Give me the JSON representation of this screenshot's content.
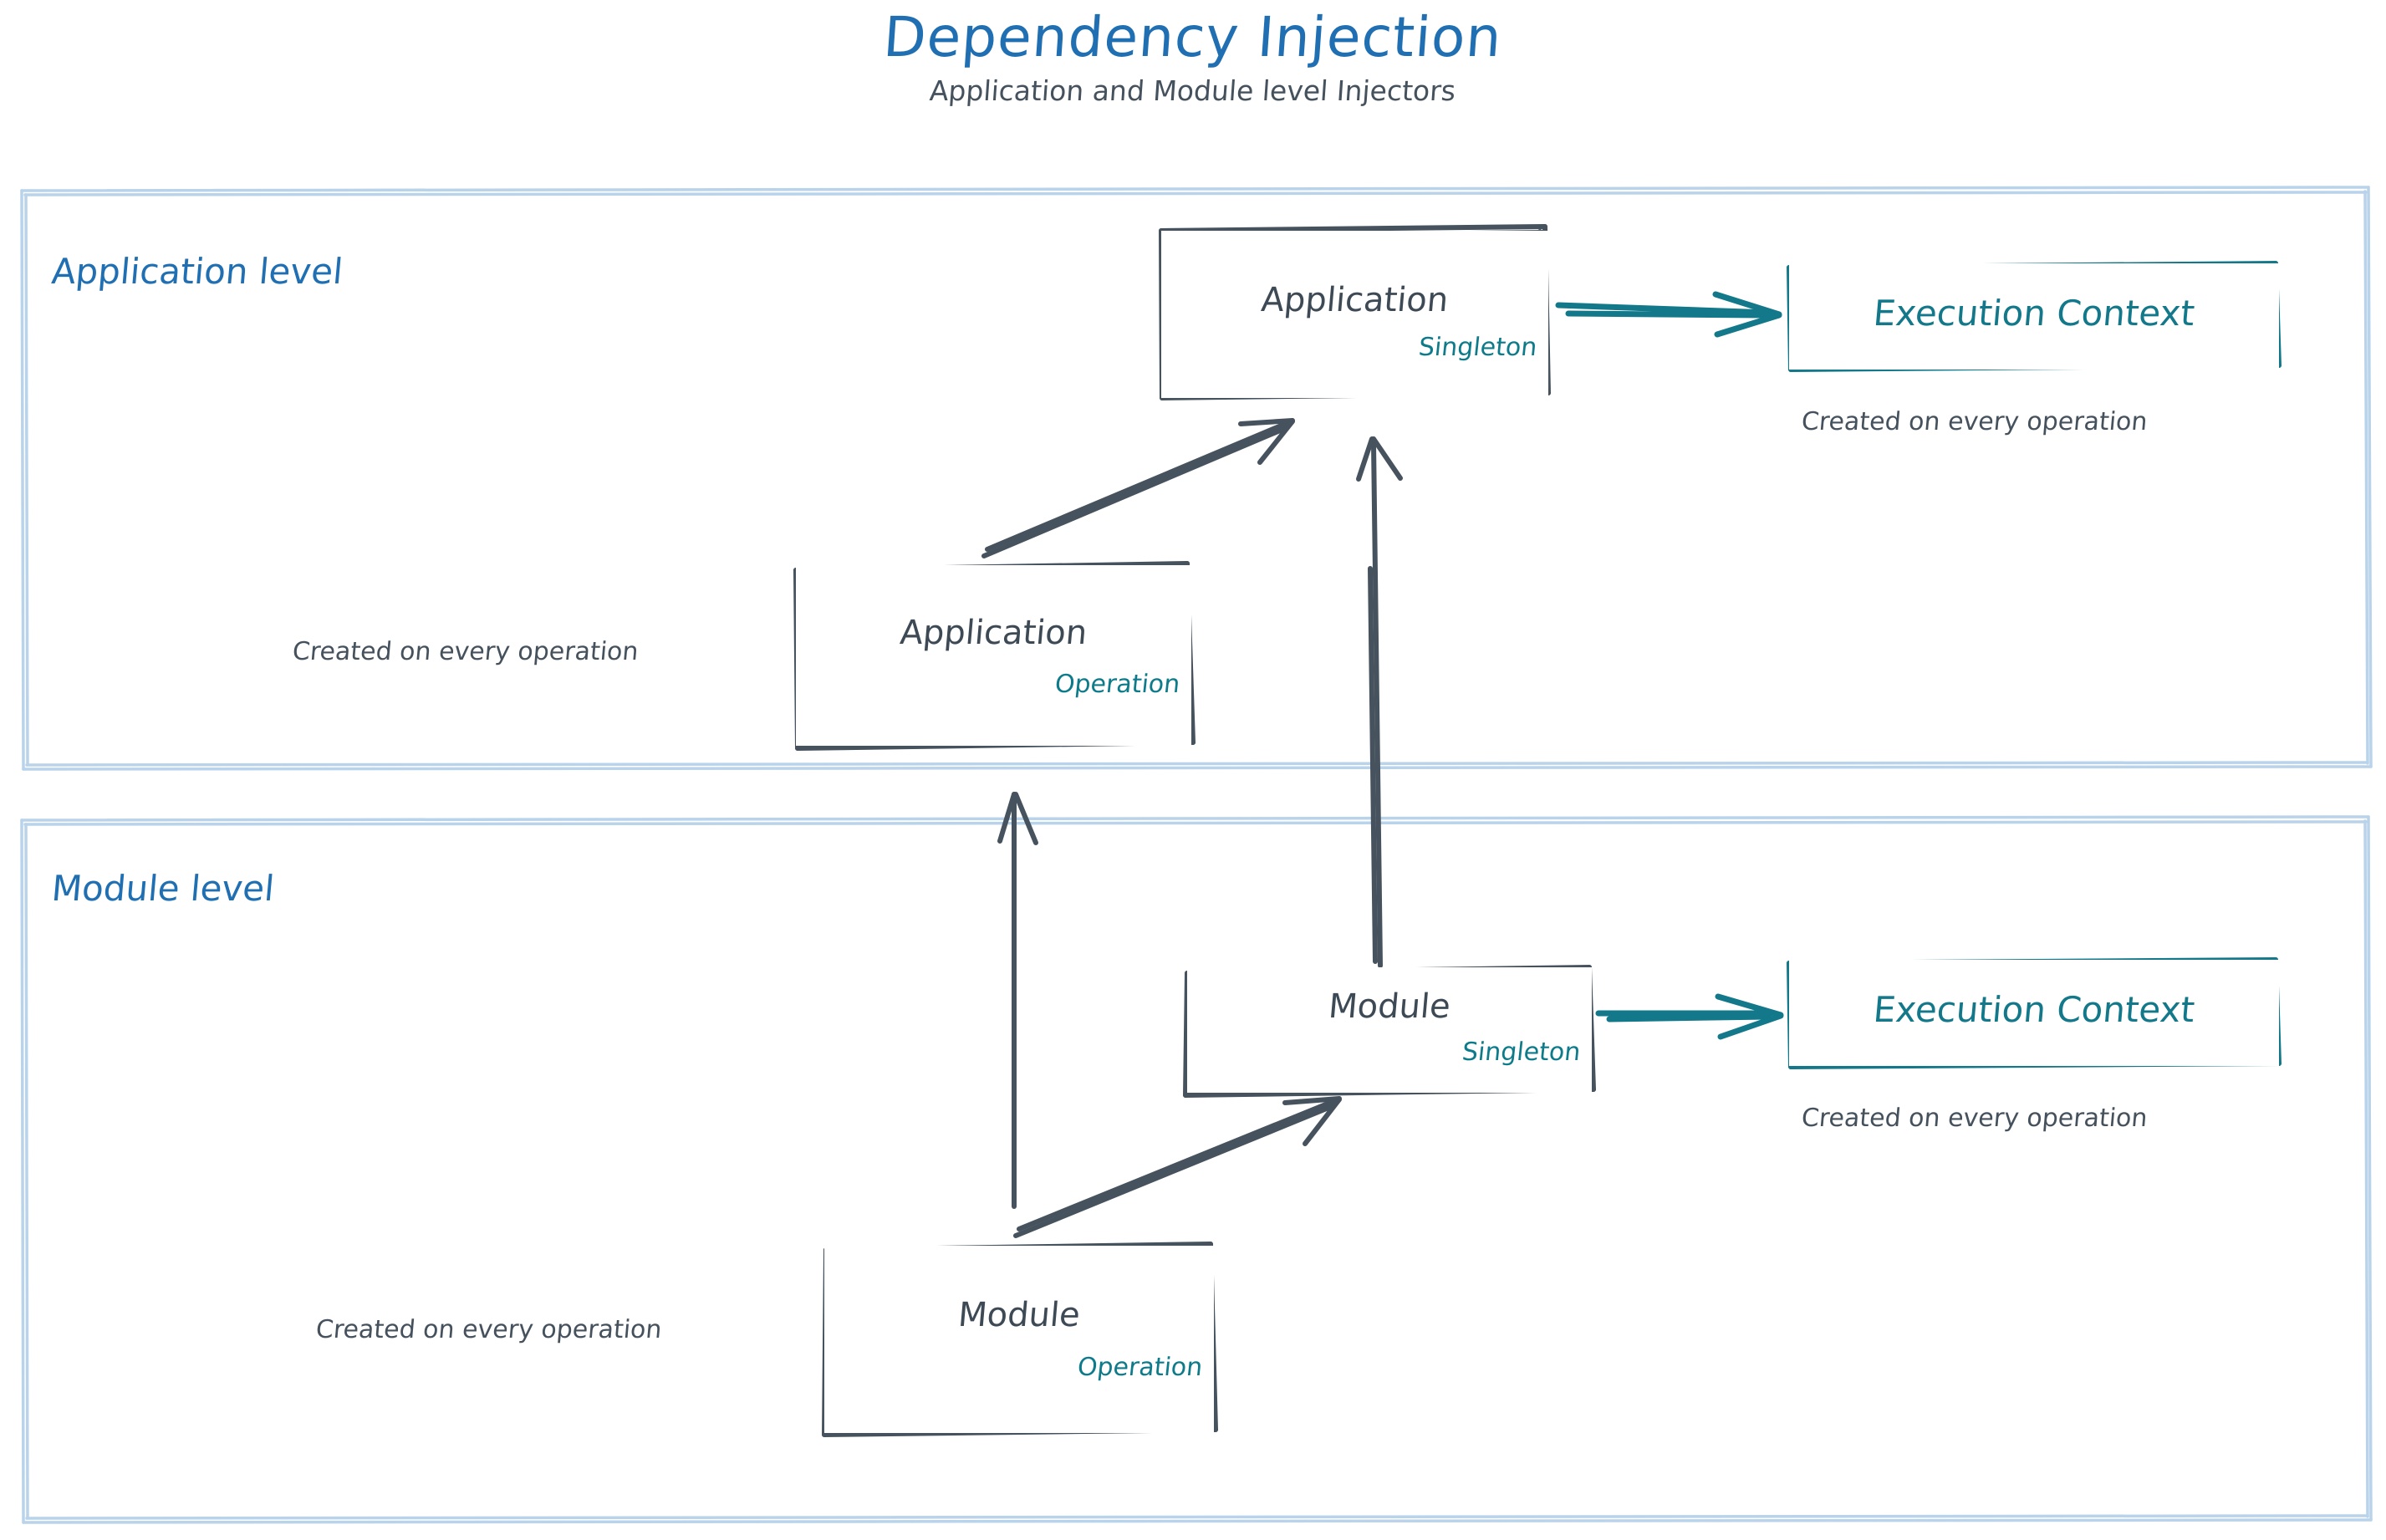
{
  "header": {
    "title": "Dependency Injection",
    "subtitle": "Application and Module level Injectors",
    "title_color": "#1f6fb2",
    "subtitle_color": "#45515c"
  },
  "colors": {
    "title_blue": "#1f6fb2",
    "level_label_blue": "#1f6fb2",
    "container_border": "#b9d3ea",
    "node_stroke": "#46525d",
    "node_text": "#3d4a55",
    "scope_teal": "#0d7b8a",
    "context_teal": "#12788a",
    "caption_gray": "#45515c",
    "background": "#ffffff"
  },
  "levels": [
    {
      "id": "application-level",
      "label": "Application level",
      "nodes": [
        {
          "id": "application-singleton",
          "title": "Application",
          "scope": "Singleton"
        },
        {
          "id": "application-execution-context",
          "title": "Execution Context",
          "scope": null,
          "caption": "Created on every operation"
        },
        {
          "id": "application-operation",
          "title": "Application",
          "scope": "Operation",
          "caption": "Created on every operation"
        }
      ]
    },
    {
      "id": "module-level",
      "label": "Module level",
      "nodes": [
        {
          "id": "module-singleton",
          "title": "Module",
          "scope": "Singleton"
        },
        {
          "id": "module-execution-context",
          "title": "Execution Context",
          "scope": null,
          "caption": "Created on every operation"
        },
        {
          "id": "module-operation",
          "title": "Module",
          "scope": "Operation",
          "caption": "Created on every operation"
        }
      ]
    }
  ],
  "captions": {
    "app_context_note": "Created on every operation",
    "app_operation_note": "Created on every operation",
    "module_context_note": "Created on every operation",
    "module_operation_note": "Created on every operation"
  },
  "edges": [
    {
      "id": "app-singleton-to-exec-context",
      "from": "application-singleton",
      "to": "application-execution-context",
      "style": "teal-arrow"
    },
    {
      "id": "app-operation-to-app-singleton",
      "from": "application-operation",
      "to": "application-singleton",
      "style": "dark-arrow"
    },
    {
      "id": "module-singleton-to-app-singleton",
      "from": "module-singleton",
      "to": "application-singleton",
      "style": "dark-arrow"
    },
    {
      "id": "module-singleton-to-module-exec-context",
      "from": "module-singleton",
      "to": "module-execution-context",
      "style": "teal-arrow"
    },
    {
      "id": "module-operation-to-module-singleton",
      "from": "module-operation",
      "to": "module-singleton",
      "style": "dark-arrow"
    },
    {
      "id": "module-operation-to-app-operation",
      "from": "module-operation",
      "to": "application-operation",
      "style": "dark-arrow"
    }
  ]
}
